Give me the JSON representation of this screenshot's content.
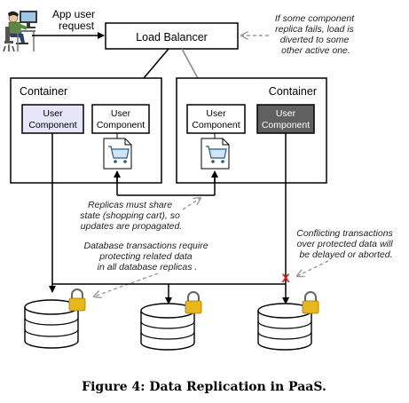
{
  "user_label_line1": "App user",
  "user_label_line2": "request",
  "load_balancer": "Load Balancer",
  "note_failover": [
    "If some component",
    "replica fails, load is",
    "diverted to some",
    "other active one."
  ],
  "container_left": "Container",
  "container_right": "Container",
  "components": {
    "c1": [
      "User",
      "Component"
    ],
    "c2": [
      "User",
      "Component"
    ],
    "c3": [
      "User",
      "Component"
    ],
    "c4": [
      "User",
      "Component"
    ]
  },
  "note_replicas": [
    "Replicas must share",
    "state (shopping cart), so",
    "updates are propagated."
  ],
  "note_db": [
    "Database transactions require",
    "protecting related data",
    "in all database replicas ."
  ],
  "note_conflict": [
    "Conflicting transactions",
    "over protected data will",
    "be delayed or aborted."
  ],
  "conflict_mark": "X",
  "caption": "Figure 4: Data Replication in PaaS.",
  "colors": {
    "component_light": "#e6e6f8",
    "component_dark": "#606060",
    "arrow_gray": "#8a8a8a",
    "lock_gold": "#e8b71a",
    "conflict_red": "#e02020"
  }
}
